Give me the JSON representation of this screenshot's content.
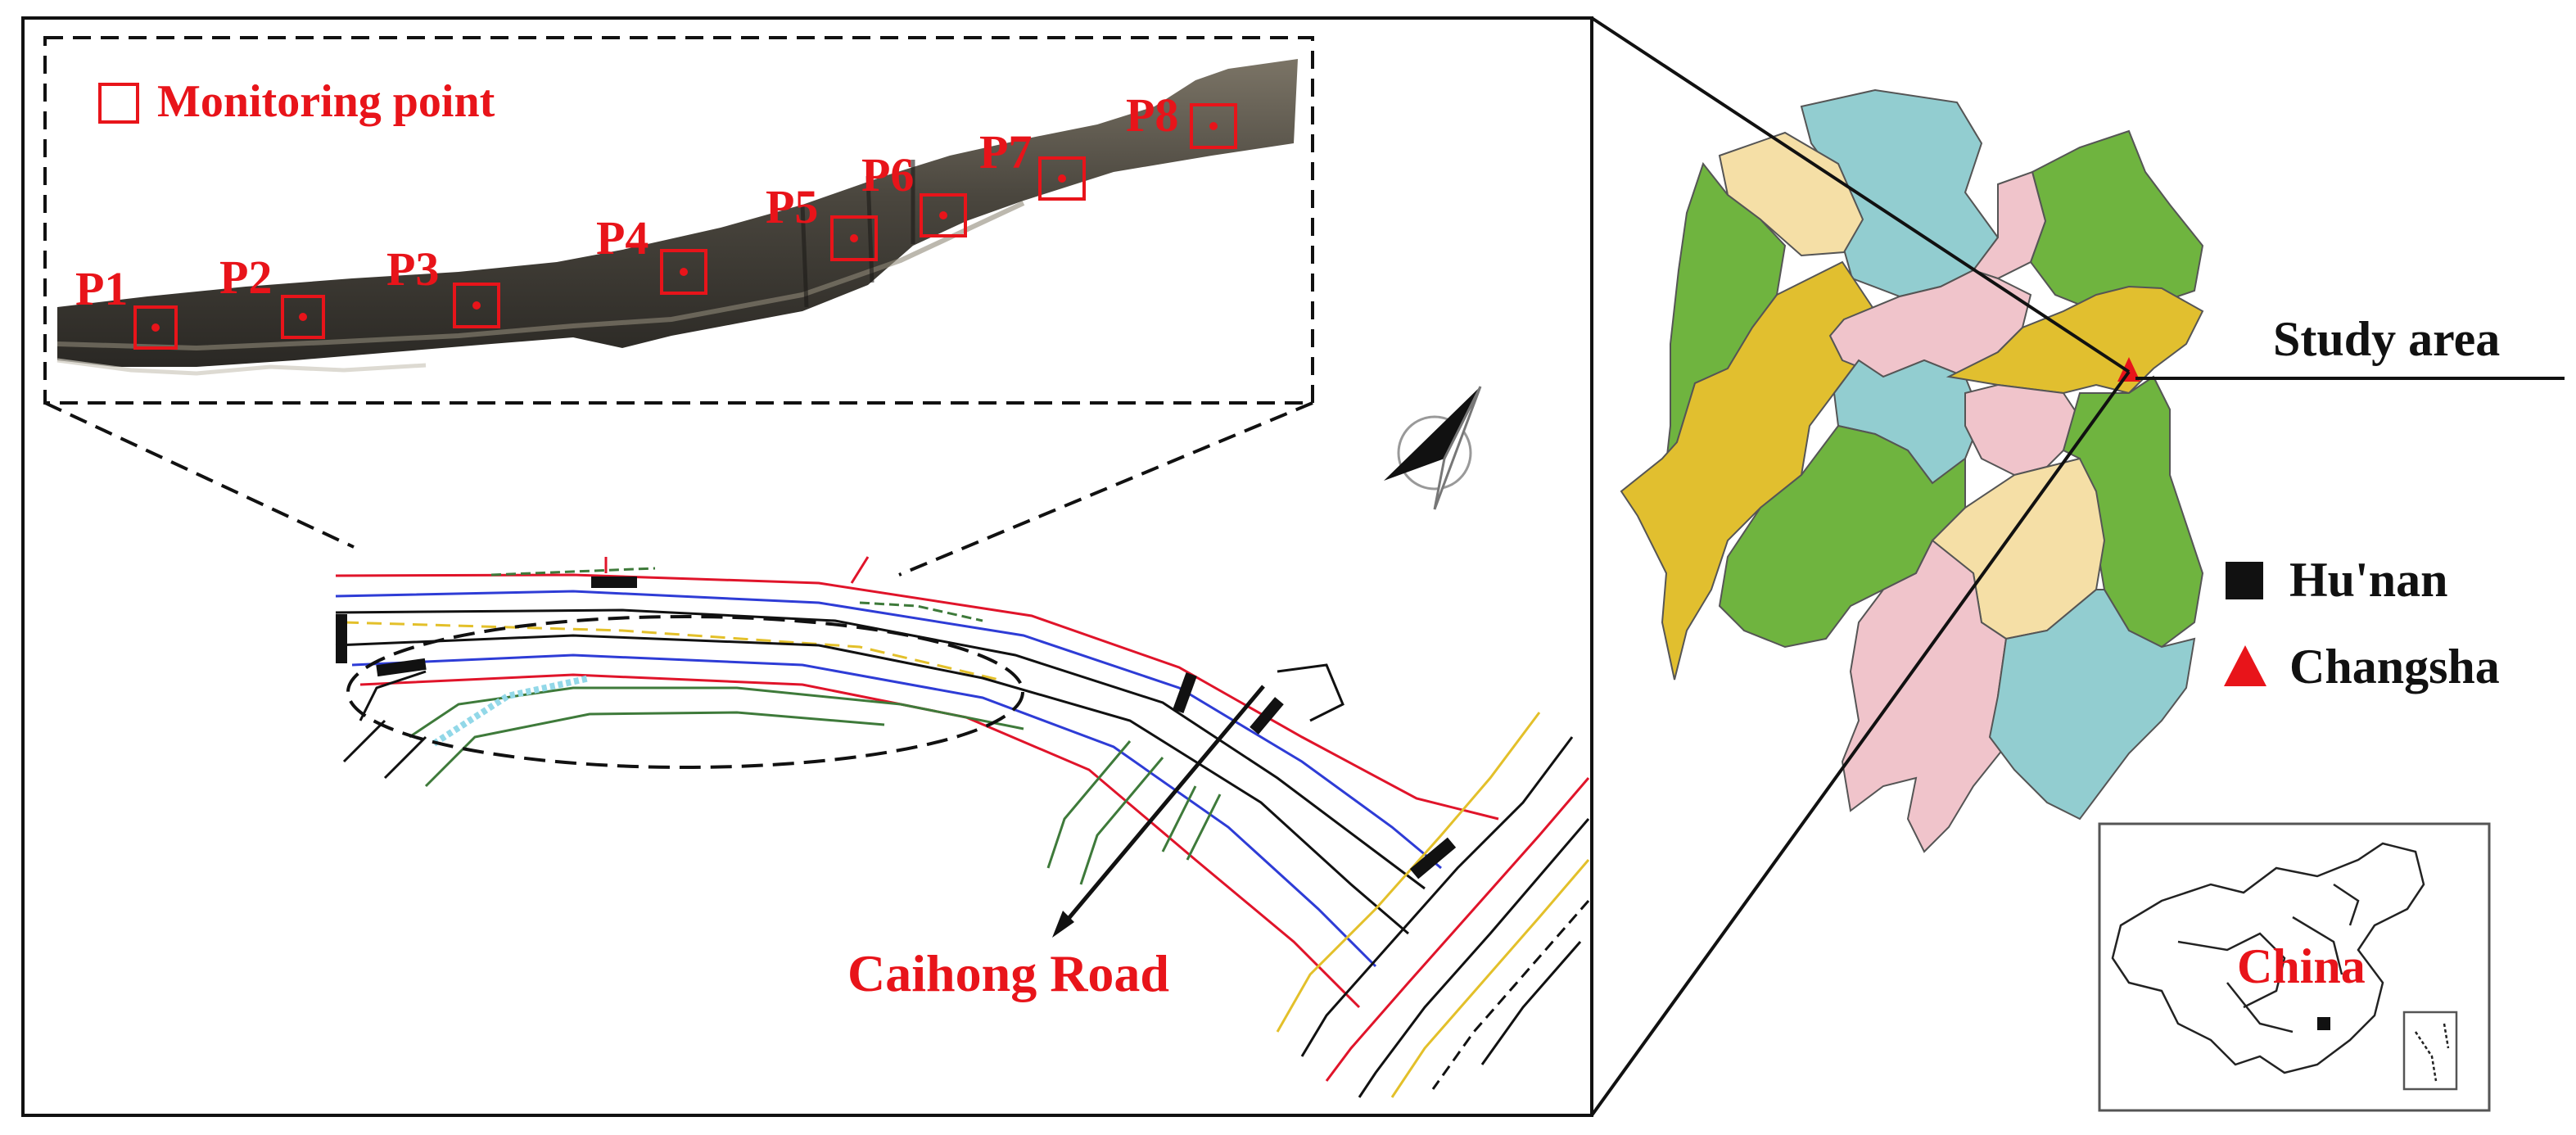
{
  "inset_legend": {
    "monitoring_label": "Monitoring point"
  },
  "monitoring_points": [
    "P1",
    "P2",
    "P3",
    "P4",
    "P5",
    "P6",
    "P7",
    "P8"
  ],
  "road_label": "Caihong Road",
  "study_area_label": "Study area",
  "legend": {
    "province": "Hu'nan",
    "city": "Changsha"
  },
  "country_label": "China",
  "colors": {
    "annotation_red": "#e8141a",
    "region_green": "#6fb43f",
    "region_yellow": "#e1bf2f",
    "region_cyan": "#92cdd0",
    "region_pink": "#f0c4cb",
    "region_cream": "#f5dfa6",
    "road_red": "#e0142a",
    "road_blue": "#2e3cd6",
    "road_green": "#3e7a3a",
    "road_yellow": "#e3c02a"
  }
}
